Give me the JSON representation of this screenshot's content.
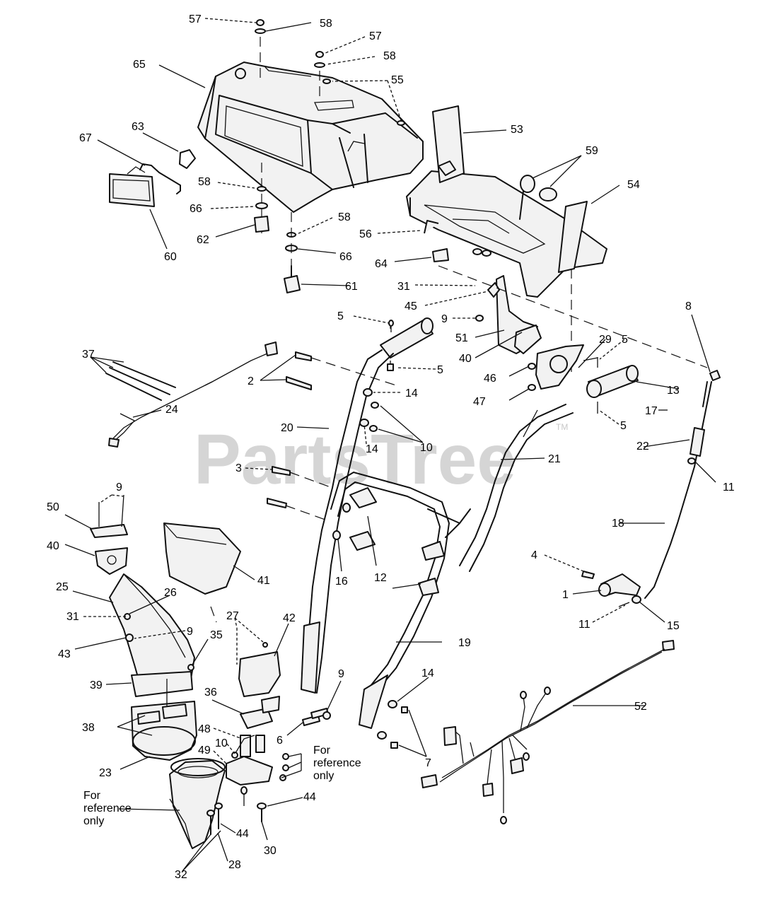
{
  "watermark": {
    "brand": "PartsTree",
    "trademark": "TM"
  },
  "callouts": [
    "57",
    "58",
    "57",
    "58",
    "55",
    "65",
    "53",
    "59",
    "54",
    "67",
    "63",
    "58",
    "66",
    "62",
    "60",
    "58",
    "66",
    "56",
    "64",
    "61",
    "31",
    "45",
    "9",
    "51",
    "40",
    "46",
    "47",
    "29",
    "5",
    "8",
    "13",
    "17",
    "5",
    "5",
    "5",
    "2",
    "14",
    "14",
    "10",
    "20",
    "21",
    "22",
    "11",
    "37",
    "24",
    "3",
    "18",
    "9",
    "50",
    "40",
    "41",
    "12",
    "16",
    "25",
    "26",
    "31",
    "43",
    "9",
    "35",
    "39",
    "27",
    "42",
    "36",
    "38",
    "23",
    "48",
    "10",
    "49",
    "9",
    "6",
    "14",
    "7",
    "19",
    "1",
    "4",
    "11",
    "15",
    "52",
    "44",
    "44",
    "30",
    "28",
    "32"
  ],
  "notes": {
    "reference_right": [
      "For",
      "reference",
      "only"
    ],
    "reference_left": [
      "For",
      "reference",
      "only"
    ]
  }
}
